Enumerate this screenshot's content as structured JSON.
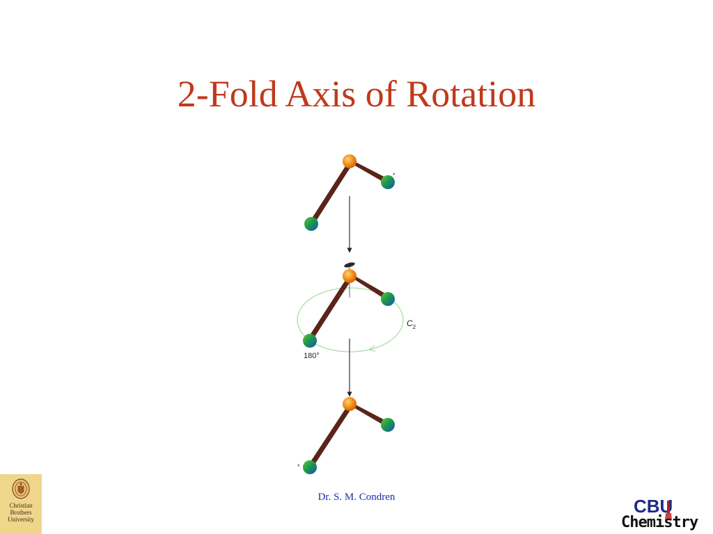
{
  "slide": {
    "title": "2-Fold Axis of Rotation",
    "footer": "Dr. S. M. Condren"
  },
  "diagram": {
    "axis_label": "C",
    "axis_subscript": "2",
    "angle_label": "180°",
    "marker_symbol": "*",
    "atom_colors": {
      "central": "#f07818",
      "outer_start": "#2aa02a",
      "outer_end": "#1a5ab8",
      "bond": "#5a2418",
      "orbit": "#9edc9e"
    }
  },
  "logos": {
    "seal_text": [
      "Christian",
      "Brothers",
      "University"
    ],
    "cbu_top": "CBU",
    "cbu_bottom": "Chemistry",
    "cbu_color": "#1c2a8a"
  }
}
